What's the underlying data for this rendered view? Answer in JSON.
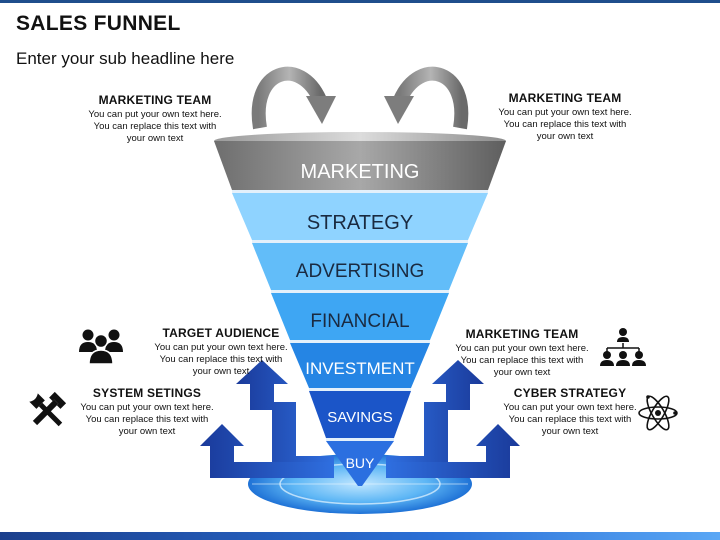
{
  "title": "SALES FUNNEL",
  "subtitle": "Enter your sub headline here",
  "funnel": {
    "stages": [
      {
        "label": "MARKETING",
        "color": "#8a8a8a"
      },
      {
        "label": "STRATEGY",
        "color": "#8fd3ff"
      },
      {
        "label": "ADVERTISING",
        "color": "#62bdf9"
      },
      {
        "label": "FINANCIAL",
        "color": "#3ea6f3"
      },
      {
        "label": "INVESTMENT",
        "color": "#2585e4"
      },
      {
        "label": "SAVINGS",
        "color": "#1b55c8"
      },
      {
        "label": "BUY",
        "color": "#2b6fe0"
      }
    ]
  },
  "blocks": {
    "top_left": {
      "heading": "MARKETING TEAM",
      "line1": "You can put your own text here.",
      "line2": "You can replace this text with",
      "line3": "your own text"
    },
    "top_right": {
      "heading": "MARKETING TEAM",
      "line1": "You can put your own text here.",
      "line2": "You can replace this text with",
      "line3": "your own text"
    },
    "mid_left": {
      "heading": "TARGET AUDIENCE",
      "line1": "You can put your own text here.",
      "line2": "You can replace this text with",
      "line3": "your own text"
    },
    "mid_right": {
      "heading": "MARKETING TEAM",
      "line1": "You can put your own text here.",
      "line2": "You can replace this text with",
      "line3": "your own text"
    },
    "low_left": {
      "heading": "SYSTEM SETINGS",
      "line1": "You can put your own text here.",
      "line2": "You can replace this text with",
      "line3": "your own text"
    },
    "low_right": {
      "heading": "CYBER STRATEGY",
      "line1": "You can put your own text here.",
      "line2": "You can replace this text with",
      "line3": "your own text"
    }
  },
  "icons": {
    "mid_left": "people-group-icon",
    "low_left": "tools-icon",
    "mid_right": "team-network-icon",
    "low_right": "atom-icon"
  },
  "colors": {
    "accent_blue": "#1f5fd6",
    "dark_blue": "#1b3f8c",
    "gray": "#8a8a8a"
  }
}
